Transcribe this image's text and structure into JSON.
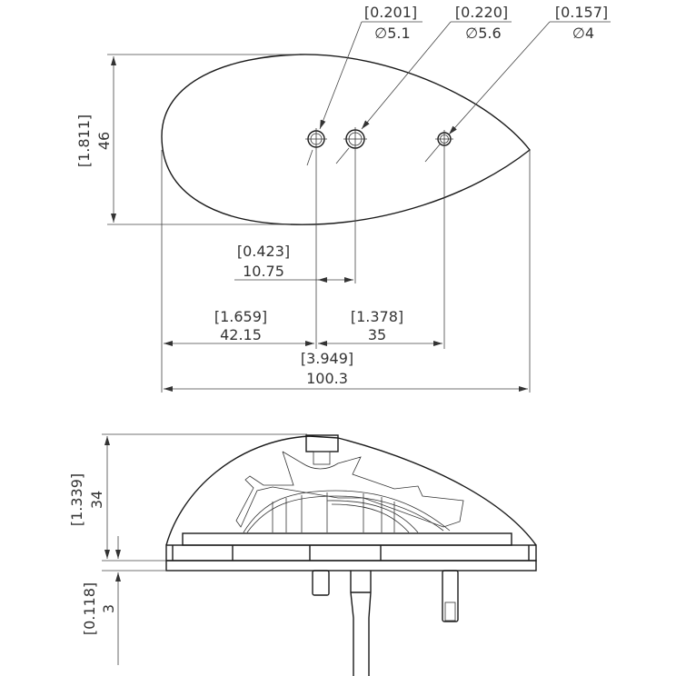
{
  "top_view": {
    "hole_1": {
      "inch": "[0.201]",
      "mm": "∅5.1"
    },
    "hole_2": {
      "inch": "[0.220]",
      "mm": "∅5.6"
    },
    "hole_3": {
      "inch": "[0.157]",
      "mm": "∅4"
    },
    "height": {
      "inch": "[1.811]",
      "mm": "46"
    },
    "hole_spacing_1_2": {
      "inch": "[0.423]",
      "mm": "10.75"
    },
    "left_to_hole_1": {
      "inch": "[1.659]",
      "mm": "42.15"
    },
    "hole_1_to_hole_3": {
      "inch": "[1.378]",
      "mm": "35"
    },
    "overall_length": {
      "inch": "[3.949]",
      "mm": "100.3"
    }
  },
  "side_view": {
    "height": {
      "inch": "[1.339]",
      "mm": "34"
    },
    "base_thickness": {
      "inch": "[0.118]",
      "mm": "3"
    }
  }
}
